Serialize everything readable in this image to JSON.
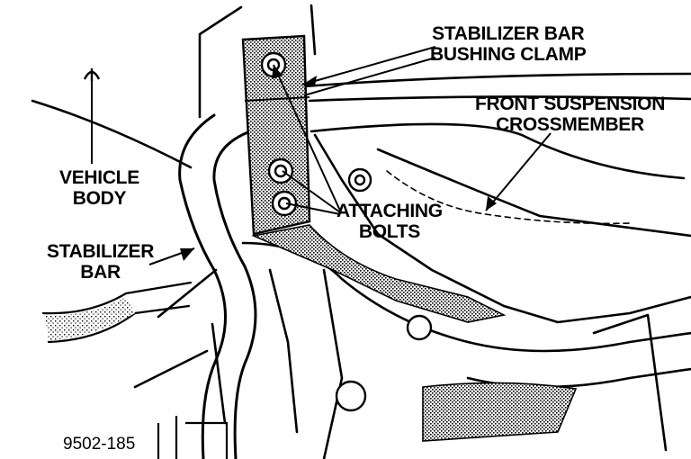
{
  "labels": {
    "clamp_line1": "STABILIZER BAR",
    "clamp_line2": "BUSHING CLAMP",
    "cross_line1": "FRONT SUSPENSION",
    "cross_line2": "CROSSMEMBER",
    "body_line1": "VEHICLE",
    "body_line2": "BODY",
    "bar_line1": "STABILIZER",
    "bar_line2": "BAR",
    "bolts_line1": "ATTACHING",
    "bolts_line2": "BOLTS"
  },
  "figure_number": "9502-185",
  "colors": {
    "ink": "#000000",
    "paper": "#ffffff"
  }
}
